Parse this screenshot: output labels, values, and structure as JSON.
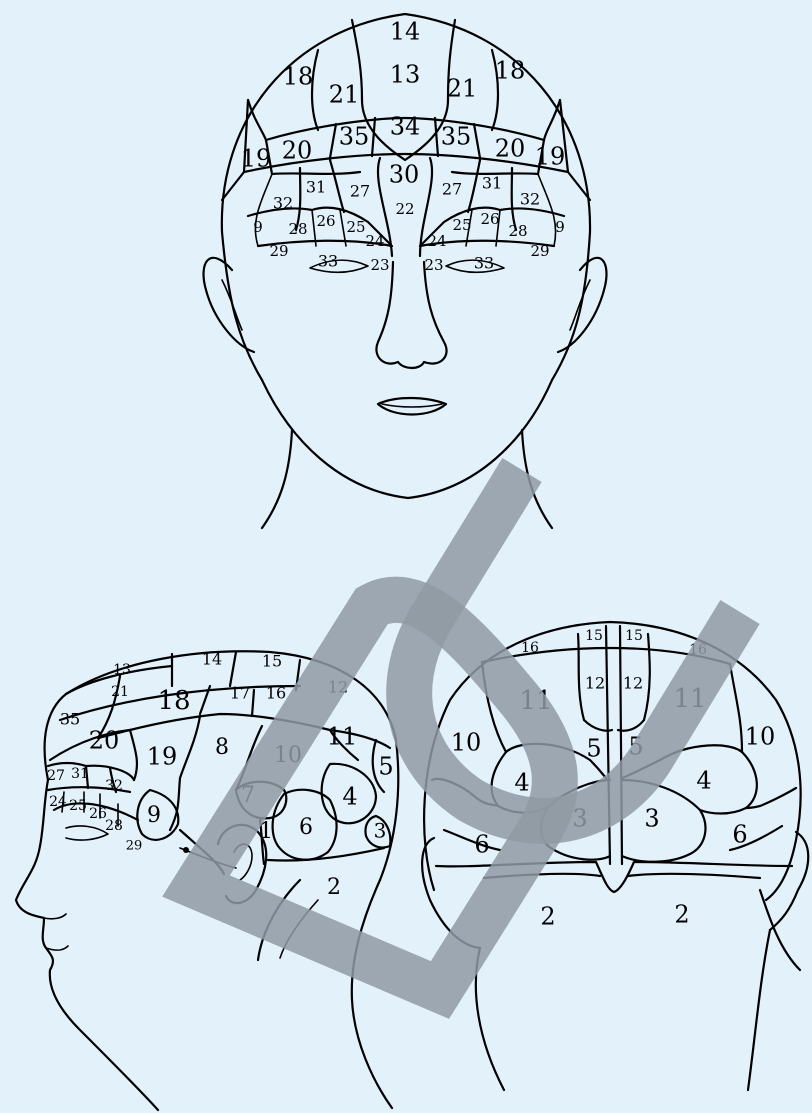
{
  "figure": {
    "background": "#e3f1fb",
    "line_color": "#000000",
    "watermark_color": "#8f9aa3",
    "watermark_text": "DU"
  },
  "front_view": {
    "labels": [
      "14",
      "18",
      "13",
      "18",
      "21",
      "21",
      "34",
      "35",
      "35",
      "19",
      "20",
      "20",
      "19",
      "30",
      "31",
      "27",
      "27",
      "31",
      "32",
      "32",
      "22",
      "9",
      "28",
      "26",
      "25",
      "25",
      "26",
      "28",
      "9",
      "24",
      "24",
      "29",
      "29",
      "33",
      "33",
      "23",
      "23"
    ]
  },
  "side_view": {
    "labels": [
      "13",
      "14",
      "15",
      "21",
      "18",
      "17",
      "16",
      "12",
      "35",
      "20",
      "19",
      "8",
      "10",
      "11",
      "5",
      "27",
      "31",
      "32",
      "7",
      "4",
      "24",
      "25",
      "26",
      "28",
      "9",
      "1",
      "6",
      "3",
      "29",
      "2"
    ]
  },
  "back_view": {
    "labels": [
      "16",
      "15",
      "15",
      "16",
      "12",
      "12",
      "11",
      "11",
      "10",
      "10",
      "5",
      "5",
      "4",
      "4",
      "3",
      "3",
      "6",
      "6",
      "2",
      "2"
    ]
  }
}
